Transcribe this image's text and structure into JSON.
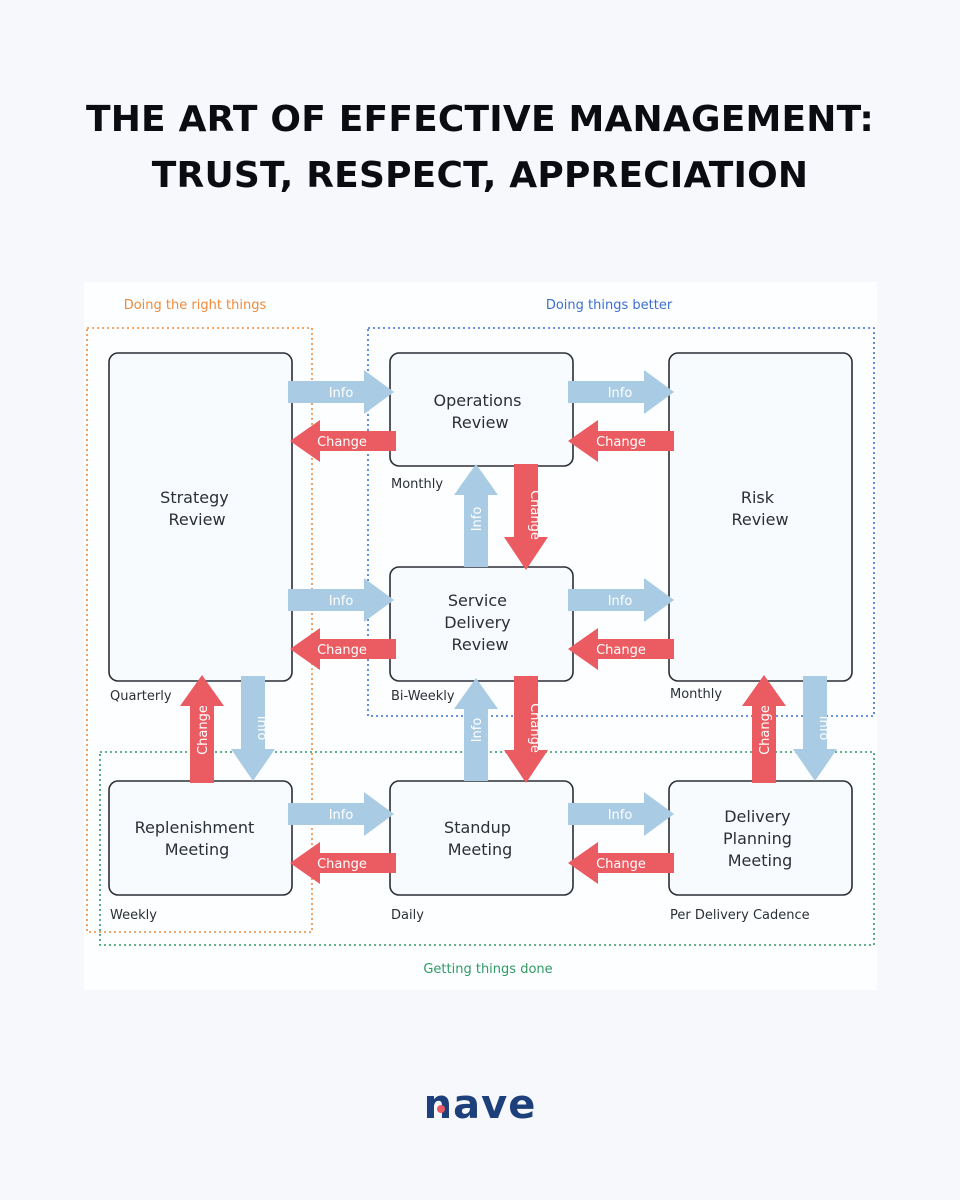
{
  "title": {
    "line1": "THE ART OF EFFECTIVE MANAGEMENT:",
    "line2": "TRUST, RESPECT, APPRECIATION"
  },
  "groups": {
    "right_things": "Doing the right things",
    "better": "Doing things better",
    "done": "Getting things done"
  },
  "boxes": {
    "strategy": {
      "lines": [
        "Strategy",
        "Review"
      ],
      "cadence": "Quarterly"
    },
    "operations": {
      "lines": [
        "Operations",
        "Review"
      ],
      "cadence": "Monthly"
    },
    "risk": {
      "lines": [
        "Risk",
        "Review"
      ],
      "cadence": "Monthly"
    },
    "service": {
      "lines": [
        "Service",
        "Delivery",
        "Review"
      ],
      "cadence": "Bi-Weekly"
    },
    "replenishment": {
      "lines": [
        "Replenishment",
        "Meeting"
      ],
      "cadence": "Weekly"
    },
    "standup": {
      "lines": [
        "Standup",
        "Meeting"
      ],
      "cadence": "Daily"
    },
    "planning": {
      "lines": [
        "Delivery",
        "Planning",
        "Meeting"
      ],
      "cadence": "Per Delivery Cadence"
    }
  },
  "arrow_labels": {
    "info": "Info",
    "change": "Change"
  },
  "colors": {
    "info": "#a9cbe4",
    "change": "#ea5b62",
    "right_things": "#ef8a3a",
    "better": "#3d6fd1",
    "done": "#2f9a63",
    "brand": "#1d3f7a",
    "brand_accent": "#ea5b62"
  },
  "logo": {
    "text": "nave"
  }
}
